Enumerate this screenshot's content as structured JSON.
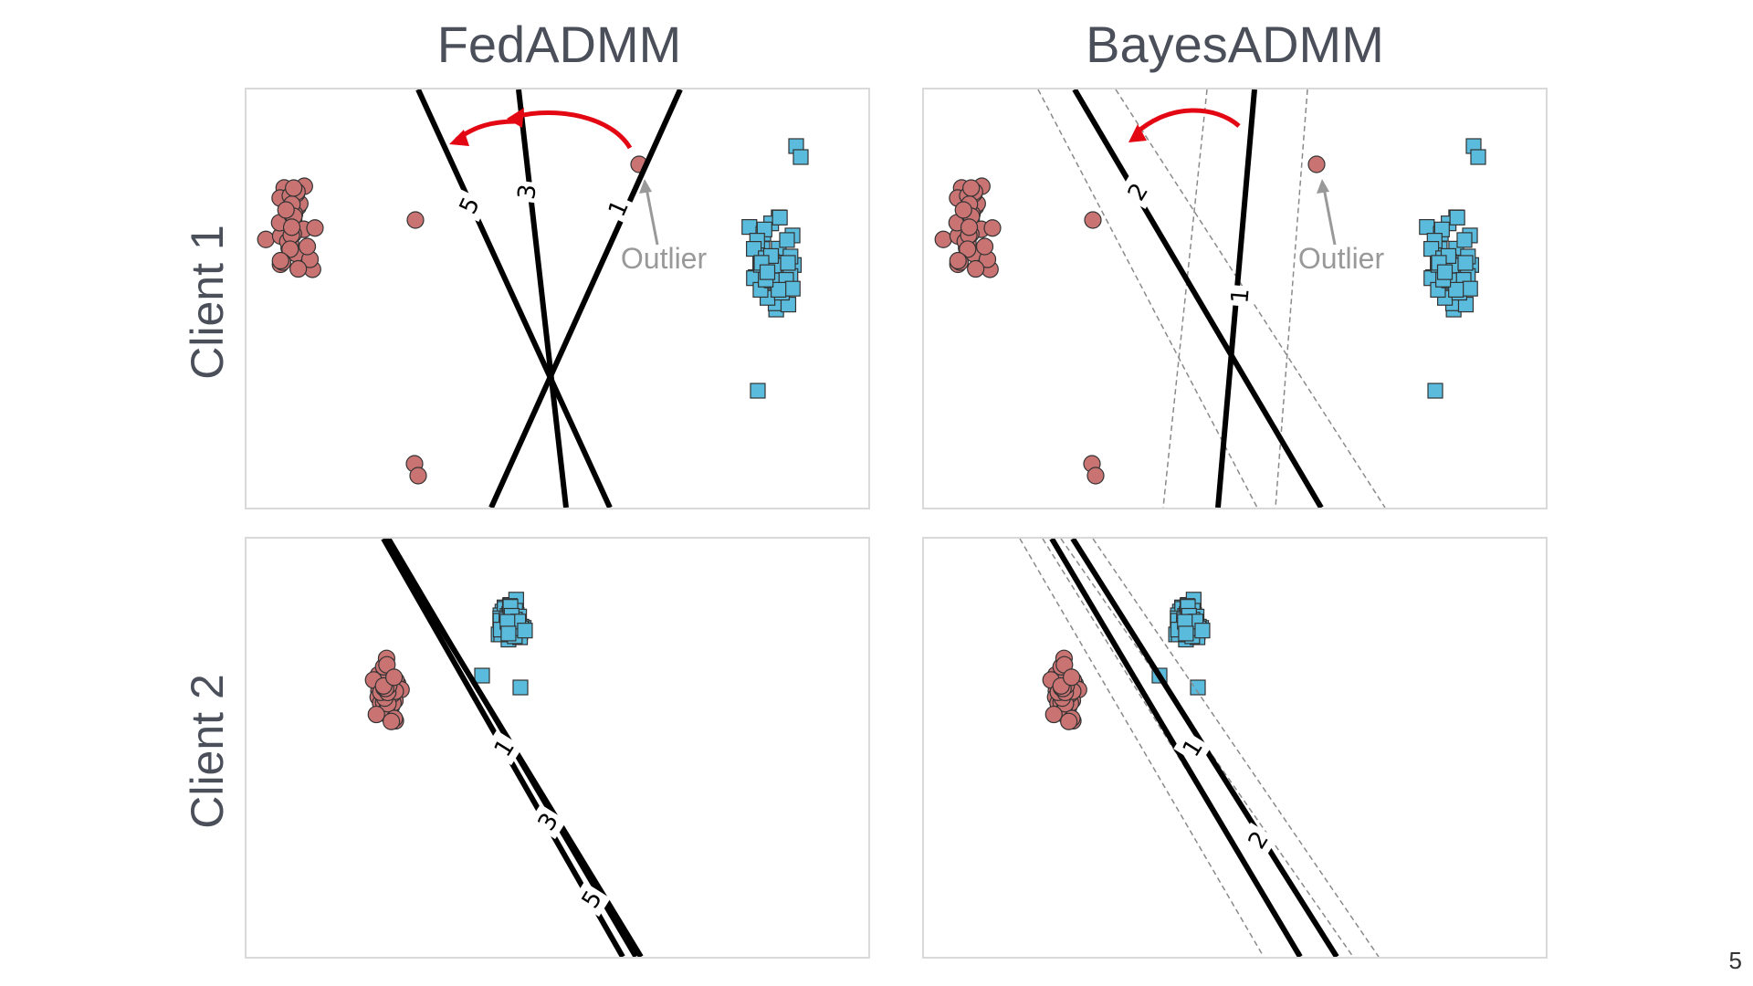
{
  "column_titles": [
    "FedADMM",
    "BayesADMM"
  ],
  "row_labels": [
    "Client 1",
    "Client 2"
  ],
  "slide_number": "5",
  "colors": {
    "circle_fill": "#c97373",
    "square_fill": "#5bbbdc",
    "mark_stroke": "#333333",
    "line": "#000000",
    "dashed": "#8a8a8a",
    "arrow": "#e30613",
    "annotation": "#999999"
  },
  "panels": {
    "fed_client1": {
      "outlier_label": "Outlier",
      "line_labels": [
        "5",
        "3",
        "1"
      ]
    },
    "bayes_client1": {
      "outlier_label": "Outlier",
      "line_labels": [
        "2",
        "1"
      ]
    },
    "fed_client2": {
      "line_labels": [
        "1",
        "3",
        "5"
      ]
    },
    "bayes_client2": {
      "line_labels": [
        "1",
        "2"
      ]
    }
  }
}
